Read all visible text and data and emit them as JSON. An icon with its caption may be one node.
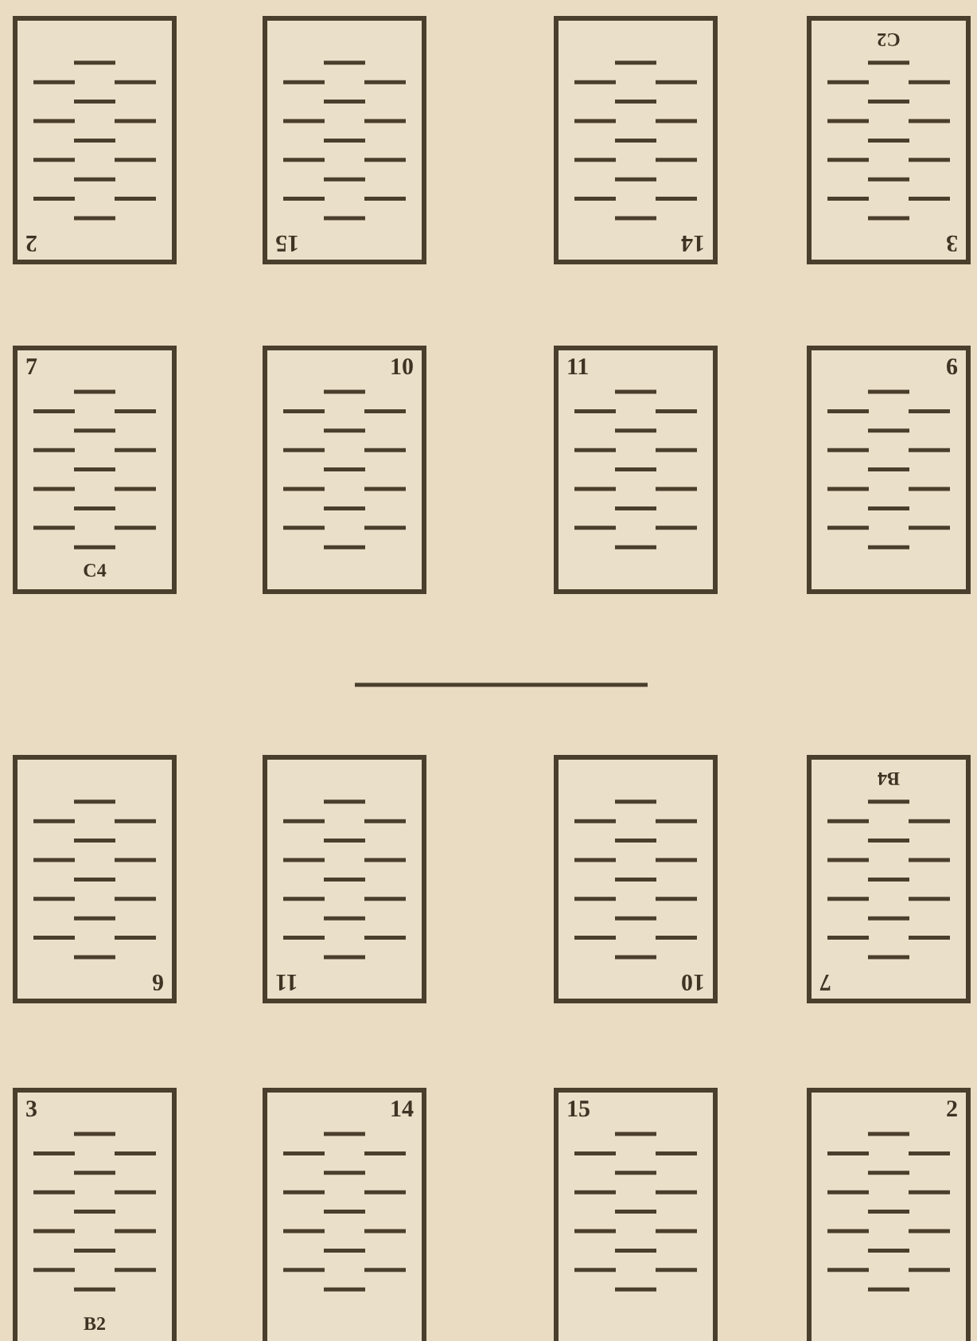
{
  "diagram": {
    "nodes": [
      {
        "text": [
          "2"
        ]
      },
      {
        "text": [
          "15"
        ]
      },
      {
        "text": [
          "14"
        ]
      },
      {
        "text": [
          "3",
          "C2"
        ]
      },
      {
        "text": [
          "7",
          "C4"
        ]
      },
      {
        "text": [
          "10"
        ]
      },
      {
        "text": [
          "11"
        ]
      },
      {
        "text": [
          "6"
        ]
      },
      {
        "text": [
          "6"
        ]
      },
      {
        "text": [
          "11"
        ]
      },
      {
        "text": [
          "10"
        ]
      },
      {
        "text": [
          "7",
          "B4"
        ]
      },
      {
        "text": [
          "3",
          "B2"
        ]
      },
      {
        "text": [
          "14"
        ]
      },
      {
        "text": [
          "15"
        ]
      },
      {
        "text": [
          "2"
        ]
      }
    ],
    "edges": []
  }
}
